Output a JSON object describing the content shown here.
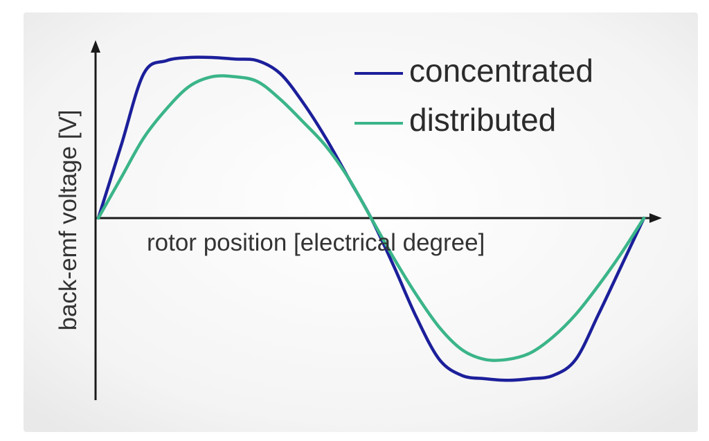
{
  "chart_data": {
    "type": "line",
    "title": "",
    "xlabel": "rotor position [electrical degree]",
    "ylabel": "back-emf voltage [V]",
    "xlim": [
      0,
      360
    ],
    "ylim": [
      -1.1,
      1.05
    ],
    "grid": false,
    "legend_placement": "top-right",
    "x": [
      0,
      15,
      30,
      45,
      60,
      75,
      90,
      105,
      120,
      135,
      150,
      165,
      180,
      195,
      210,
      225,
      240,
      255,
      270,
      285,
      300,
      315,
      330,
      345,
      360
    ],
    "series": [
      {
        "name": "concentrated",
        "color": "#1c1f9a",
        "values": [
          0,
          0.45,
          0.9,
          0.98,
          1.0,
          1.0,
          0.99,
          0.98,
          0.9,
          0.72,
          0.5,
          0.25,
          0,
          -0.3,
          -0.62,
          -0.88,
          -0.98,
          -1.0,
          -1.01,
          -1.0,
          -0.98,
          -0.88,
          -0.6,
          -0.3,
          0
        ]
      },
      {
        "name": "distributed",
        "color": "#3bb589",
        "values": [
          0,
          0.25,
          0.5,
          0.68,
          0.82,
          0.88,
          0.88,
          0.85,
          0.74,
          0.6,
          0.45,
          0.25,
          0,
          -0.25,
          -0.48,
          -0.68,
          -0.82,
          -0.88,
          -0.88,
          -0.84,
          -0.74,
          -0.6,
          -0.42,
          -0.22,
          0
        ]
      }
    ]
  }
}
